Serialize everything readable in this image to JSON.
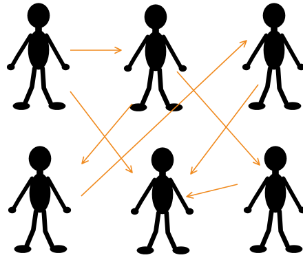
{
  "colors": {
    "figure": "#000000",
    "arrow": "#f08a1e",
    "background": "#ffffff"
  },
  "figures": [
    {
      "id": "top-left",
      "row": "top",
      "col": "left"
    },
    {
      "id": "top-middle",
      "row": "top",
      "col": "middle"
    },
    {
      "id": "top-right",
      "row": "top",
      "col": "right"
    },
    {
      "id": "bottom-left",
      "row": "bottom",
      "col": "left"
    },
    {
      "id": "bottom-middle",
      "row": "bottom",
      "col": "middle"
    },
    {
      "id": "bottom-right",
      "row": "bottom",
      "col": "right"
    }
  ],
  "arrows": [
    {
      "from": "top-left",
      "to": "top-middle"
    },
    {
      "from": "top-left",
      "to": "bottom-middle"
    },
    {
      "from": "top-middle",
      "to": "bottom-left"
    },
    {
      "from": "top-middle",
      "to": "bottom-right"
    },
    {
      "from": "top-right",
      "to": "bottom-middle"
    },
    {
      "from": "bottom-left",
      "to": "top-right"
    },
    {
      "from": "bottom-right",
      "to": "bottom-middle"
    }
  ]
}
